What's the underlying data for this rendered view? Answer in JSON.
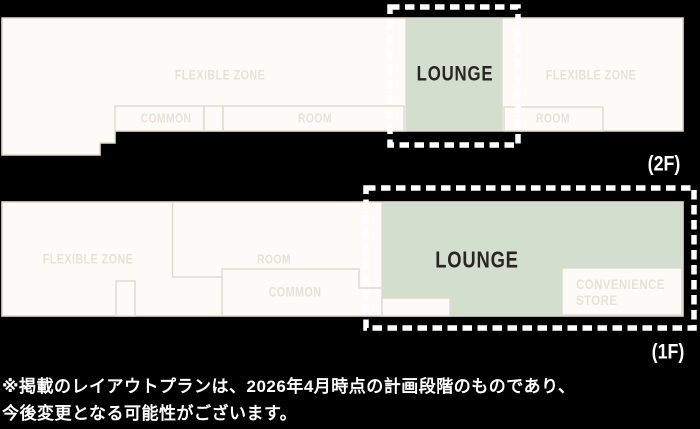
{
  "colors": {
    "background": "#000000",
    "floor_fill": "#fcfbf8",
    "floor_border": "#ded9cc",
    "lounge_green": "#d2dfce",
    "zone_label": "#e7e2d7",
    "dark_label": "#2b2522",
    "white_label": "#ffffff"
  },
  "floor_2f": {
    "tag": "(2F)",
    "flexible_left": "FLEXIBLE ZONE",
    "flexible_right": "FLEXIBLE ZONE",
    "lounge": "LOUNGE",
    "common": "COMMON",
    "room_left": "ROOM",
    "room_right": "ROOM"
  },
  "floor_1f": {
    "tag": "(1F)",
    "flexible": "FLEXIBLE ZONE",
    "room": "ROOM",
    "common": "COMMON",
    "lounge": "LOUNGE",
    "convenience_store_line1": "CONVENIENCE",
    "convenience_store_line2": "STORE"
  },
  "footnote": {
    "line1": "※掲載のレイアウトプランは、2026年4月時点の計画段階のものであり、",
    "line2": "今後変更となる可能性がございます。"
  }
}
